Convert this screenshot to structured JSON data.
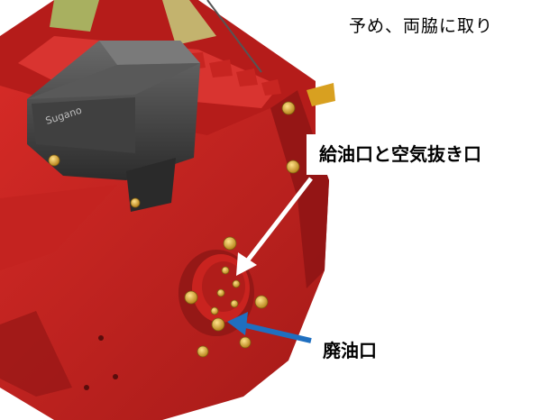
{
  "header": {
    "text": "予め、両脇に取り"
  },
  "callouts": {
    "fill_and_vent": {
      "label": "給油口と空気抜き口",
      "arrow_color": "#ffffff"
    },
    "drain": {
      "label": "廃油口",
      "arrow_color": "#1f6fc0"
    }
  },
  "product": {
    "logo_text": "Sugano"
  },
  "colors": {
    "body": "#c8201f",
    "body_shadow": "#8e1414",
    "cover": "#3a3a3a",
    "bolts": "#d8a020"
  }
}
